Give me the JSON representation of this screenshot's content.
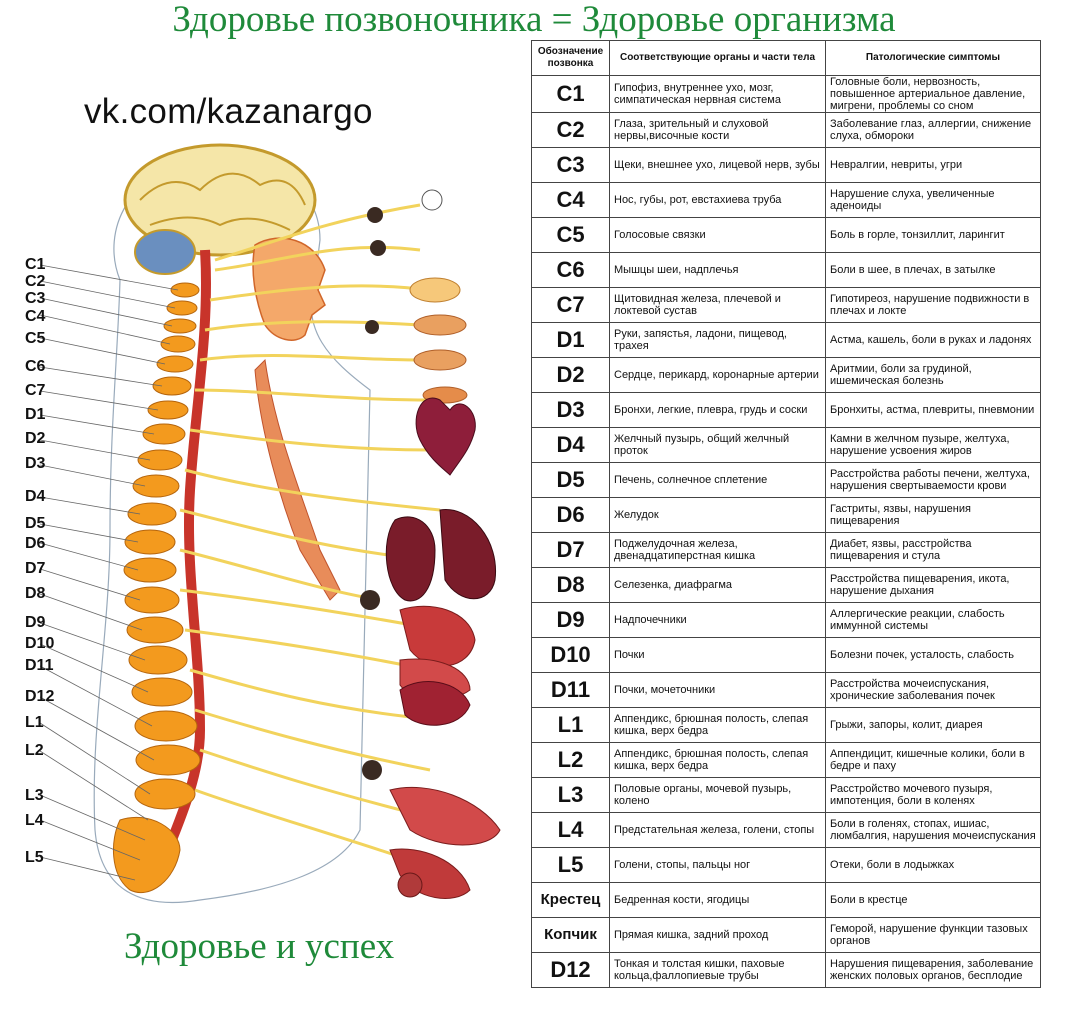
{
  "title": "Здоровье позвоночника = Здоровье организма",
  "vk_link": "vk.com/kazanargo",
  "footer": "Здоровье и успех",
  "colors": {
    "title_green": "#1f8a3a",
    "nerve_yellow": "#f2d35c",
    "vertebra_orange": "#f39a1e",
    "cord_red": "#c8342a"
  },
  "illustration_labels": [
    "C1",
    "C2",
    "C3",
    "C4",
    "C5",
    "C6",
    "C7",
    "D1",
    "D2",
    "D3",
    "D4",
    "D5",
    "D6",
    "D7",
    "D8",
    "D9",
    "D10",
    "D11",
    "D12",
    "L1",
    "L2",
    "L3",
    "L4",
    "L5"
  ],
  "table": {
    "headers": [
      "Обозначение позвонка",
      "Соответствующие органы и части тела",
      "Патологические симптомы"
    ],
    "rows": [
      {
        "code": "C1",
        "organs": "Гипофиз, внутреннее ухо, мозг, симпатическая нервная система",
        "symptoms": "Головные боли, нервозность, повышенное артериальное давление, мигрени, проблемы со сном"
      },
      {
        "code": "C2",
        "organs": "Глаза, зрительный и слуховой нервы,височные кости",
        "symptoms": "Заболевание глаз, аллергии, снижение слуха, обмороки"
      },
      {
        "code": "C3",
        "organs": "Щеки, внешнее ухо, лицевой нерв, зубы",
        "symptoms": "Невралгии, невриты, угри"
      },
      {
        "code": "C4",
        "organs": "Нос, губы, рот, евстахиева труба",
        "symptoms": "Нарушение слуха, увеличенные аденоиды"
      },
      {
        "code": "C5",
        "organs": "Голосовые связки",
        "symptoms": "Боль в горле, тонзиллит, ларингит"
      },
      {
        "code": "C6",
        "organs": "Мышцы шеи, надплечья",
        "symptoms": "Боли в шее, в плечах, в затылке"
      },
      {
        "code": "C7",
        "organs": "Щитовидная железа, плечевой и локтевой сустав",
        "symptoms": "Гипотиреоз, нарушение подвижности в плечах и локте"
      },
      {
        "code": "D1",
        "organs": "Руки, запястья, ладони, пищевод, трахея",
        "symptoms": "Астма, кашель, боли в руках и ладонях"
      },
      {
        "code": "D2",
        "organs": "Сердце, перикард, коронарные артерии",
        "symptoms": "Аритмии, боли за грудиной, ишемическая болезнь"
      },
      {
        "code": "D3",
        "organs": "Бронхи, легкие, плевра, грудь и соски",
        "symptoms": "Бронхиты, астма, плевриты, пневмонии"
      },
      {
        "code": "D4",
        "organs": "Желчный пузырь, общий желчный проток",
        "symptoms": "Камни в желчном пузыре, желтуха, нарушение усвоения жиров"
      },
      {
        "code": "D5",
        "organs": "Печень, солнечное сплетение",
        "symptoms": "Расстройства работы печени, желтуха, нарушения свертываемости крови"
      },
      {
        "code": "D6",
        "organs": "Желудок",
        "symptoms": "Гастриты, язвы, нарушения пищеварения"
      },
      {
        "code": "D7",
        "organs": "Поджелудочная железа, двенадцатиперстная кишка",
        "symptoms": "Диабет, язвы, расстройства пищеварения и стула"
      },
      {
        "code": "D8",
        "organs": "Селезенка, диафрагма",
        "symptoms": "Расстройства пищеварения, икота, нарушение дыхания"
      },
      {
        "code": "D9",
        "organs": "Надпочечники",
        "symptoms": "Аллергические реакции, слабость иммунной системы"
      },
      {
        "code": "D10",
        "organs": "Почки",
        "symptoms": "Болезни почек, усталость, слабость"
      },
      {
        "code": "D11",
        "organs": "Почки, мочеточники",
        "symptoms": "Расстройства мочеиспускания, хронические заболевания почек"
      },
      {
        "code": "L1",
        "organs": "Аппендикс, брюшная полость, слепая кишка, верх бедра",
        "symptoms": "Грыжи, запоры, колит, диарея"
      },
      {
        "code": "L2",
        "organs": "Аппендикс, брюшная полость, слепая кишка, верх бедра",
        "symptoms": "Аппендицит, кишечные колики, боли в бедре и паху"
      },
      {
        "code": "L3",
        "organs": "Половые органы, мочевой пузырь, колено",
        "symptoms": "Расстройство мочевого пузыря, импотенция, боли в коленях"
      },
      {
        "code": "L4",
        "organs": "Предстательная железа, голени, стопы",
        "symptoms": "Боли в голенях, стопах, ишиас, люмбалгия, нарушения мочеиспускания"
      },
      {
        "code": "L5",
        "organs": "Голени, стопы, пальцы ног",
        "symptoms": "Отеки, боли в лодыжках"
      },
      {
        "code": "Крестец",
        "organs": "Бедренная кости, ягодицы",
        "symptoms": "Боли в крестце"
      },
      {
        "code": "Копчик",
        "organs": "Прямая кишка, задний проход",
        "symptoms": "Геморой, нарушение функции тазовых органов"
      },
      {
        "code": "D12",
        "organs": "Тонкая и толстая кишки, паховые кольца,фаллопиевые трубы",
        "symptoms": "Нарушения пищеварения, заболевание женских половых органов, бесплодие"
      }
    ]
  }
}
